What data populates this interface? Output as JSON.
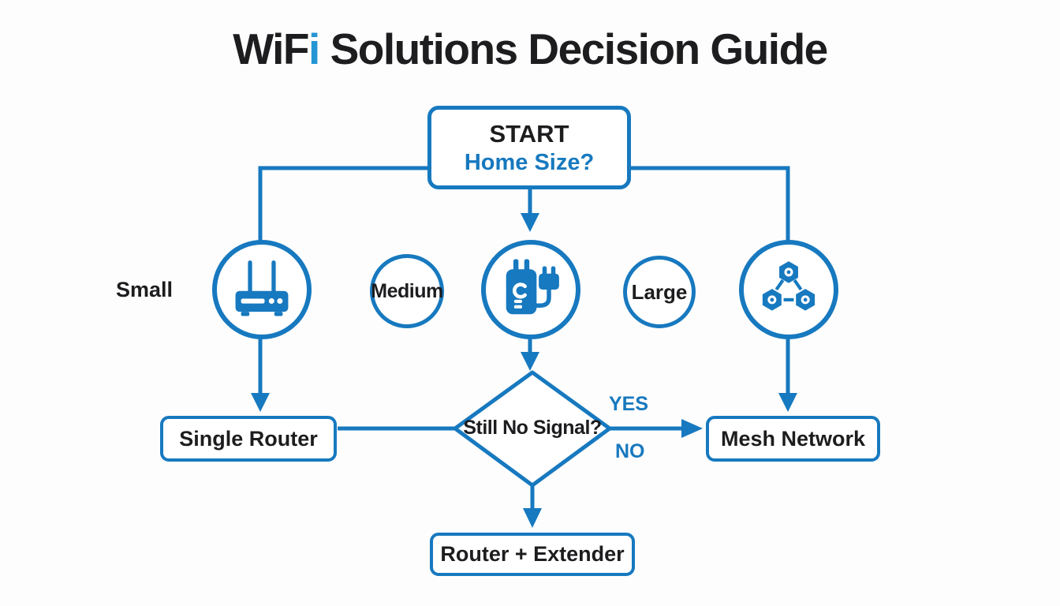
{
  "title": {
    "part1": "WiF",
    "accent": "i",
    "part2": " Solutions Decision Guide"
  },
  "colors": {
    "accent_blue": "#1779bf",
    "title_accent_blue": "#2496d3",
    "text_dark": "#1d1d1f",
    "background": "#fdfdfd"
  },
  "start_node": {
    "title": "START",
    "question": "Home Size?"
  },
  "size_options": {
    "small": "Small",
    "medium": "Medium",
    "large": "Large"
  },
  "icons": {
    "router": "wifi-router-icon",
    "extender": "wifi-extender-icon",
    "mesh": "mesh-network-icon"
  },
  "decision_node": {
    "question": "Still No Signal?"
  },
  "outcome_nodes": {
    "single_router": "Single Router",
    "mesh_network": "Mesh Network",
    "router_extender": "Router + Extender"
  },
  "edge_labels": {
    "yes": "YES",
    "no": "NO"
  }
}
